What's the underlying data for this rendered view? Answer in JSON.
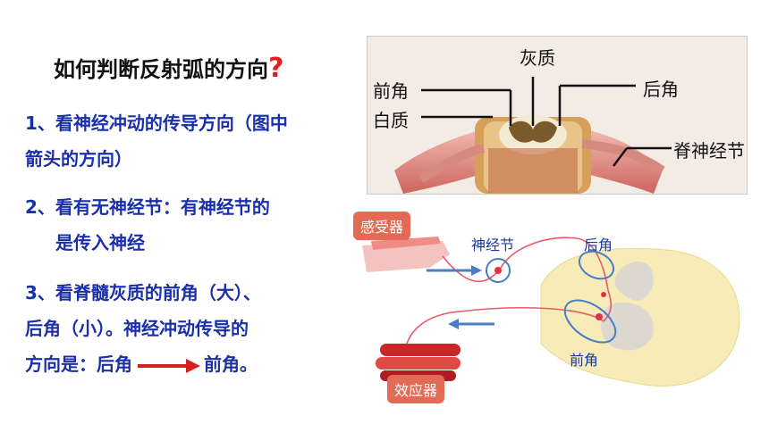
{
  "slide": {
    "title": "如何判断反射弧的方向",
    "title_mark": "?",
    "points": [
      {
        "lines": [
          "1、看神经冲动的传导方向（图中",
          "箭头的方向）"
        ]
      },
      {
        "lines": [
          "2、看有无神经节：有神经节的",
          "是传入神经"
        ]
      },
      {
        "lines": [
          "3、看脊髓灰质的前角（大）、",
          "后角（小）。神经冲动传导的"
        ],
        "last_prefix": "方向是：后角",
        "last_suffix": "前角。"
      }
    ]
  },
  "photo": {
    "labels": {
      "gray": "灰质",
      "front": "前角",
      "white": "白质",
      "back": "后角",
      "ganglion": "脊神经节"
    }
  },
  "diagram": {
    "receptor": "感受器",
    "effector": "效应器",
    "ganglion": "神经节",
    "back_horn": "后角",
    "front_horn": "前角"
  },
  "colors": {
    "title_mark": "#e02020",
    "points": "#1a2fa8",
    "arrow": "#d81e1e",
    "tag": "#e36b55",
    "nerve_arrow": "#4a7cc8"
  }
}
